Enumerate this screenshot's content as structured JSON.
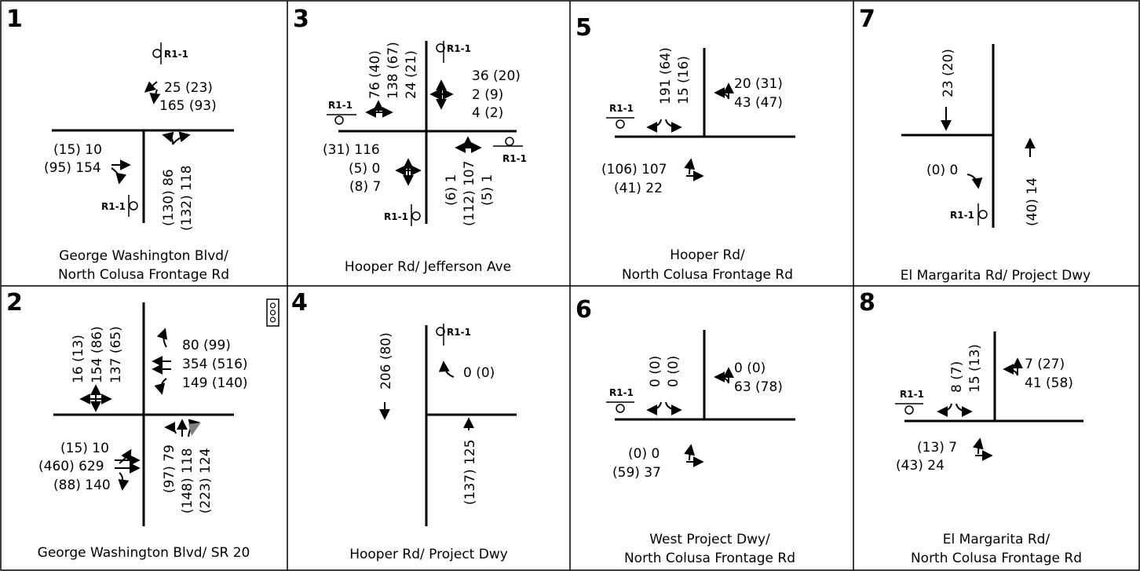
{
  "panels": [
    {
      "number": "1",
      "name": [
        "George Washington Blvd/",
        "North Colusa Frontage Rd"
      ],
      "volumes": {
        "e1": "25 (23)",
        "e2": "165 (93)",
        "w1": "(15) 10",
        "w2": "(95) 154",
        "n1": "(130) 86",
        "n2": "(132) 118"
      },
      "signs": [
        "R1-1",
        "R1-1"
      ]
    },
    {
      "number": "2",
      "name": [
        "George Washington Blvd/ SR 20"
      ],
      "volumes": {
        "s1": "16 (13)",
        "s2": "154 (86)",
        "s3": "137 (65)",
        "e1": "80 (99)",
        "e2": "354 (516)",
        "e3": "149 (140)",
        "w1": "(15) 10",
        "w2": "(460) 629",
        "w3": "(88) 140",
        "n1": "(97) 79",
        "n2": "(148) 118",
        "n3": "(223) 124"
      },
      "icon": "traffic-signal-icon"
    },
    {
      "number": "3",
      "name": [
        "Hooper Rd/ Jefferson Ave"
      ],
      "volumes": {
        "s1": "76 (40)",
        "s2": "138 (67)",
        "s3": "24 (21)",
        "e1": "36 (20)",
        "e2": "2 (9)",
        "e3": "4 (2)",
        "w1": "(31) 116",
        "w2": "(5) 0",
        "w3": "(8) 7",
        "n1": "(6) 1",
        "n2": "(112) 107",
        "n3": "(5) 1"
      },
      "signs": [
        "R1-1",
        "R1-1",
        "R1-1",
        "R1-1"
      ]
    },
    {
      "number": "4",
      "name": [
        "Hooper Rd/ Project Dwy"
      ],
      "volumes": {
        "s1": "206 (80)",
        "e1": "0 (0)",
        "n1": "(137) 125"
      },
      "signs": [
        "R1-1"
      ]
    },
    {
      "number": "5",
      "name": [
        "Hooper Rd/",
        "North Colusa Frontage Rd"
      ],
      "volumes": {
        "s1": "191 (64)",
        "s2": "15 (16)",
        "e1": "20 (31)",
        "e2": "43 (47)",
        "w1": "(106) 107",
        "w2": "(41) 22"
      },
      "signs": [
        "R1-1"
      ]
    },
    {
      "number": "6",
      "name": [
        "West Project Dwy/",
        "North Colusa Frontage Rd"
      ],
      "volumes": {
        "s1": "0 (0)",
        "s2": "0 (0)",
        "e1": "0 (0)",
        "e2": "63 (78)",
        "w1": "(0) 0",
        "w2": "(59) 37"
      },
      "signs": [
        "R1-1"
      ]
    },
    {
      "number": "7",
      "name": [
        "El Margarita Rd/ Project Dwy"
      ],
      "volumes": {
        "s1": "23 (20)",
        "w1": "(0) 0",
        "n1": "(40) 14"
      },
      "signs": [
        "R1-1"
      ]
    },
    {
      "number": "8",
      "name": [
        "El Margarita Rd/",
        "North Colusa Frontage Rd"
      ],
      "volumes": {
        "s1": "8 (7)",
        "s2": "15 (13)",
        "e1": "7 (27)",
        "e2": "41 (58)",
        "w1": "(13) 7",
        "w2": "(43) 24"
      },
      "signs": [
        "R1-1"
      ]
    }
  ],
  "colors": {
    "line": "#000000",
    "shade": "#808080"
  }
}
